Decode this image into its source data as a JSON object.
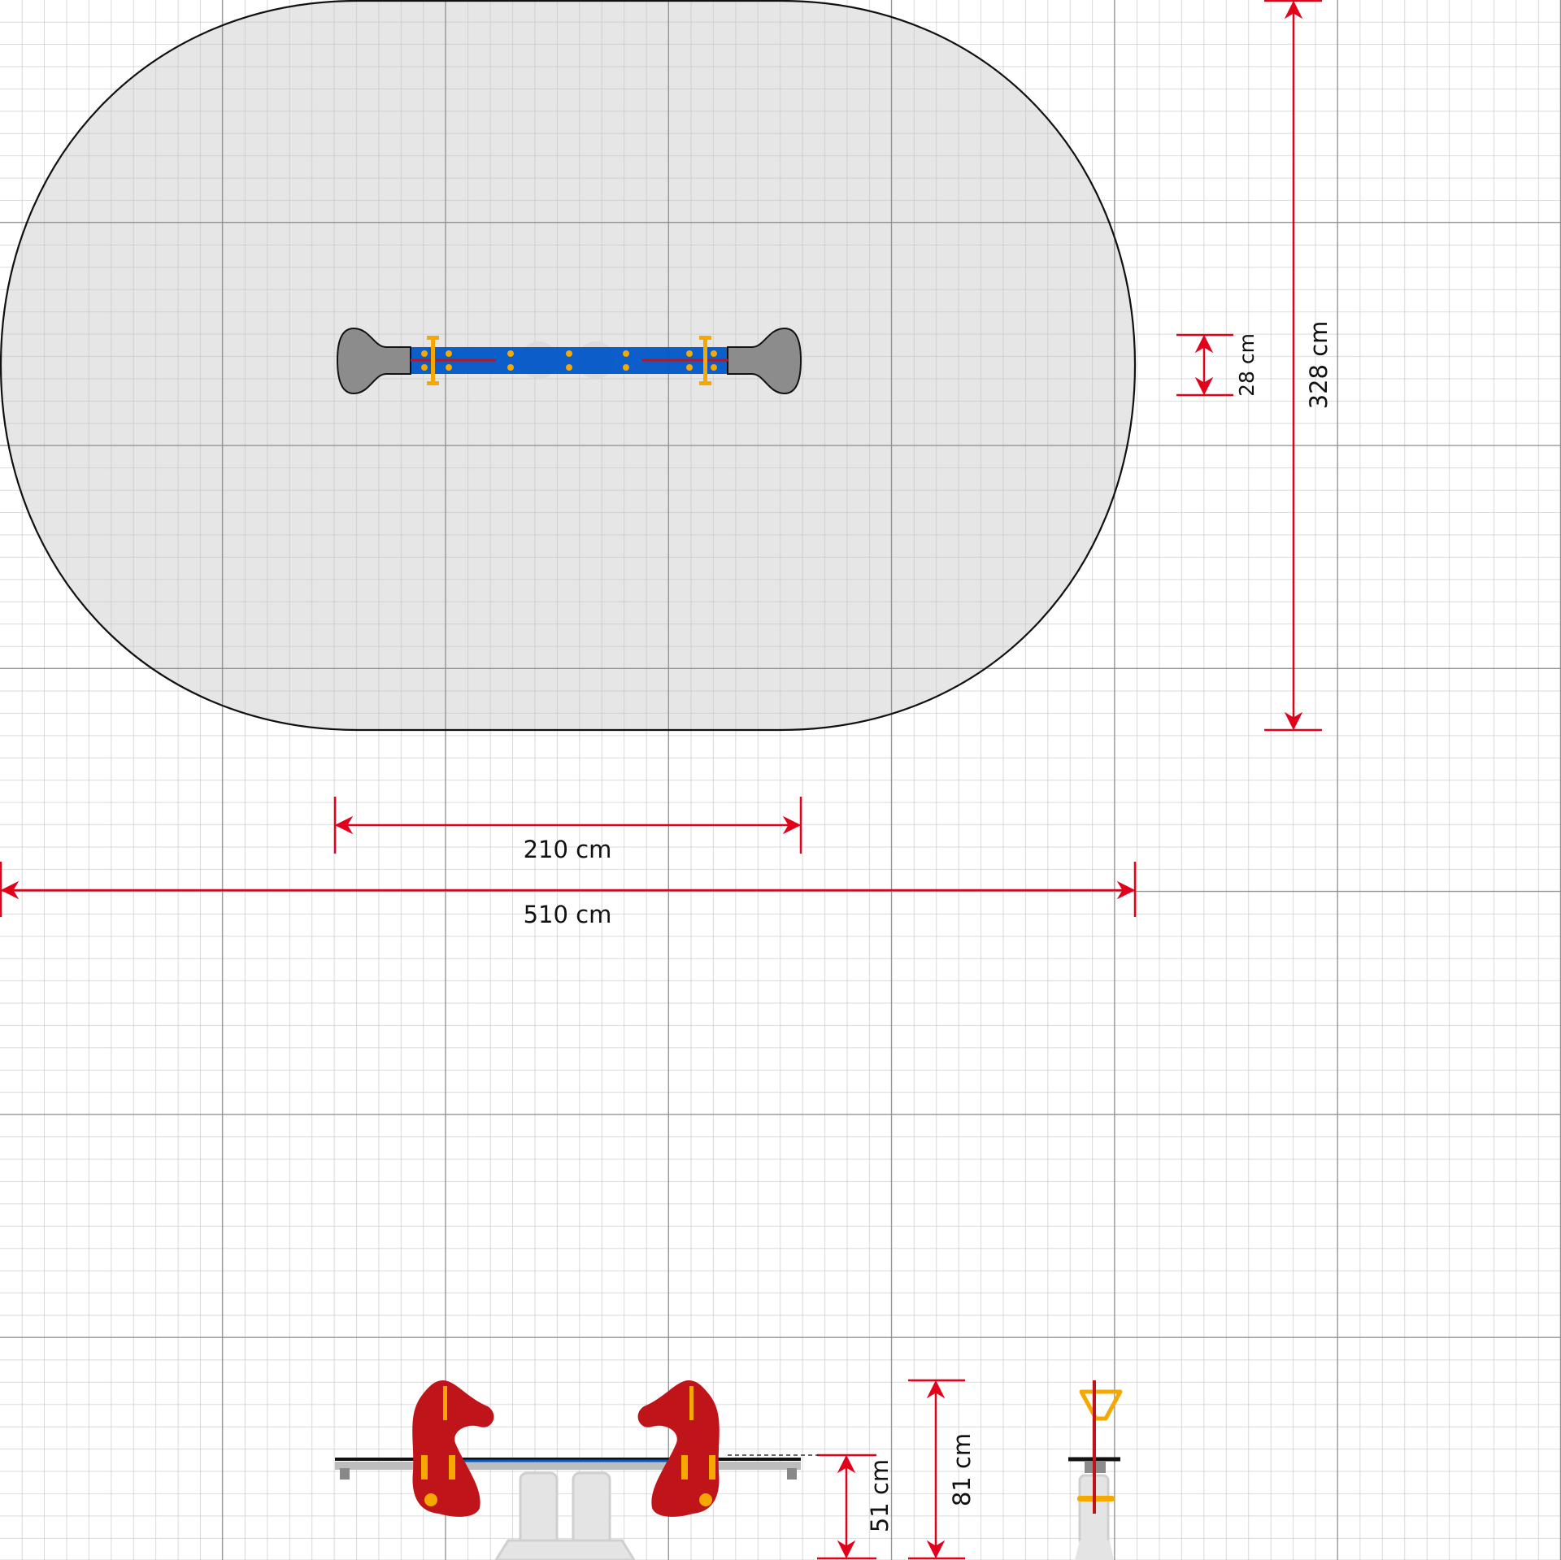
{
  "drawing": {
    "colors": {
      "dimension": "#e3001b",
      "board": "#0057c8",
      "seat": "#8c8c8c",
      "horse": "#c0141b",
      "handle": "#f5a800",
      "safety_zone": "#e6e6e6"
    },
    "dimensions": {
      "handle_span": "210 cm",
      "zone_length": "510 cm",
      "board_width": "28 cm",
      "zone_width": "328 cm",
      "seat_height": "51 cm",
      "total_height": "81 cm"
    }
  }
}
